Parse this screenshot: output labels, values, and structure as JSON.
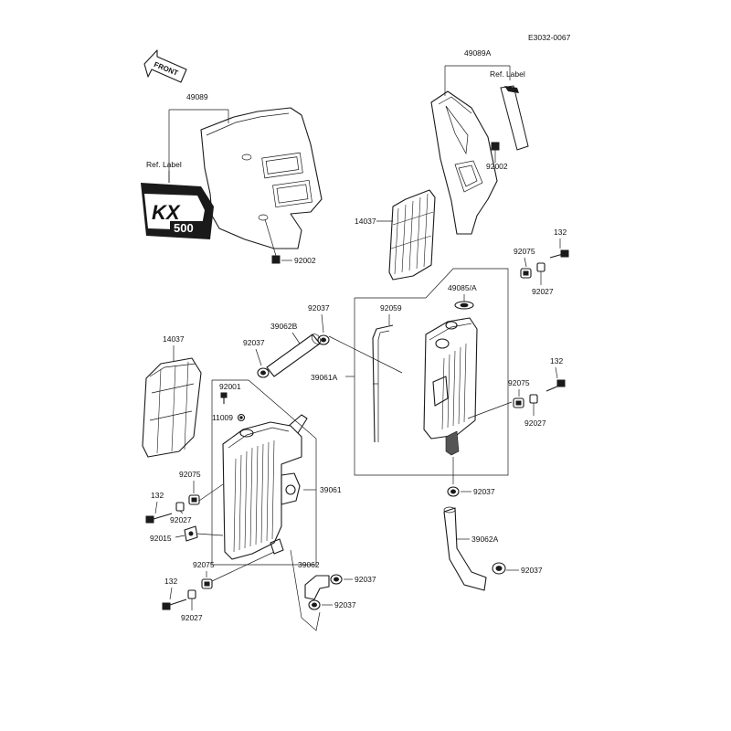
{
  "diagram_code": "E3032-0067",
  "front_label": "FRONT",
  "kx_label": "KX",
  "kx_number": "500",
  "ref_label": "Ref. Label",
  "parts": {
    "shroud_left": "49089",
    "shroud_right": "49089A",
    "bolt_92002": "92002",
    "screen_14037": "14037",
    "clamp_92037": "92037",
    "hose_39062B": "39062B",
    "hose_39062A": "39062A",
    "hose_39062": "39062",
    "tube_92059": "92059",
    "cap_49085A": "49085/A",
    "radiator_right": "39061A",
    "radiator_left": "39061",
    "grommet_92075": "92075",
    "bolt_132": "132",
    "collar_92027": "92027",
    "bolt_92001": "92001",
    "washer_11009": "11009",
    "bracket_92015": "92015"
  }
}
